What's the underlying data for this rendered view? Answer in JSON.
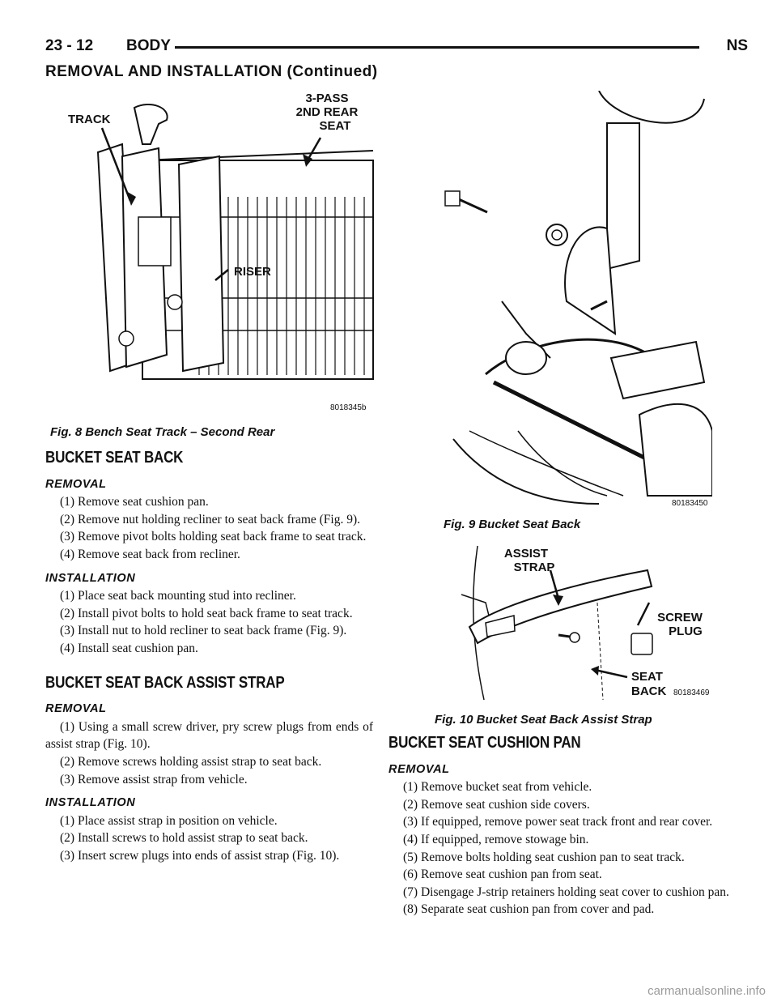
{
  "header": {
    "page_number": "23 - 12",
    "section": "BODY",
    "vehicle_code": "NS",
    "continued_title": "REMOVAL AND INSTALLATION (Continued)"
  },
  "fig8": {
    "label": "Fig. 8 Bench Seat Track – Second Rear",
    "id": "8018345b",
    "callout_track": "TRACK",
    "callout_seat_line1": "3-PASS",
    "callout_seat_line2": "2ND REAR",
    "callout_seat_line3": "SEAT",
    "callout_riser": "RISER"
  },
  "fig9": {
    "label": "Fig. 9 Bucket Seat Back",
    "id": "80183450"
  },
  "fig10": {
    "label": "Fig. 10 Bucket Seat Back Assist Strap",
    "id": "80183469",
    "callout_assist_line1": "ASSIST",
    "callout_assist_line2": "STRAP",
    "callout_screw_line1": "SCREW",
    "callout_screw_line2": "PLUG",
    "callout_seatback_line1": "SEAT",
    "callout_seatback_line2": "BACK"
  },
  "bucket_seat_back": {
    "title": "BUCKET SEAT BACK",
    "removal_title": "REMOVAL",
    "removal_steps": [
      "(1) Remove seat cushion pan.",
      "(2) Remove nut holding recliner to seat back frame (Fig. 9).",
      "(3) Remove pivot bolts holding seat back frame to seat track.",
      "(4) Remove seat back from recliner."
    ],
    "installation_title": "INSTALLATION",
    "installation_steps": [
      "(1) Place seat back mounting stud into recliner.",
      "(2) Install pivot bolts to hold seat back frame to seat track.",
      "(3) Install nut to hold recliner to seat back frame (Fig. 9).",
      "(4) Install seat cushion pan."
    ]
  },
  "assist_strap": {
    "title": "BUCKET SEAT BACK ASSIST STRAP",
    "removal_title": "REMOVAL",
    "removal_steps": [
      "(1) Using a small screw driver, pry screw plugs from ends of assist strap (Fig. 10).",
      "(2) Remove screws holding assist strap to seat back.",
      "(3) Remove assist strap from vehicle."
    ],
    "installation_title": "INSTALLATION",
    "installation_steps": [
      "(1) Place assist strap in position on vehicle.",
      "(2) Install screws to hold assist strap to seat back.",
      "(3) Insert screw plugs into ends of assist strap (Fig. 10)."
    ]
  },
  "cushion_pan": {
    "title": "BUCKET SEAT CUSHION PAN",
    "removal_title": "REMOVAL",
    "removal_steps": [
      "(1) Remove bucket seat from vehicle.",
      "(2) Remove seat cushion side covers.",
      "(3) If equipped, remove power seat track front and rear cover.",
      "(4) If equipped, remove stowage bin.",
      "(5) Remove bolts holding seat cushion pan to seat track.",
      "(6) Remove seat cushion pan from seat.",
      "(7) Disengage J-strip retainers holding seat cover to cushion pan.",
      "(8) Separate seat cushion pan from cover and pad."
    ]
  },
  "watermark": "carmanualsonline.info"
}
